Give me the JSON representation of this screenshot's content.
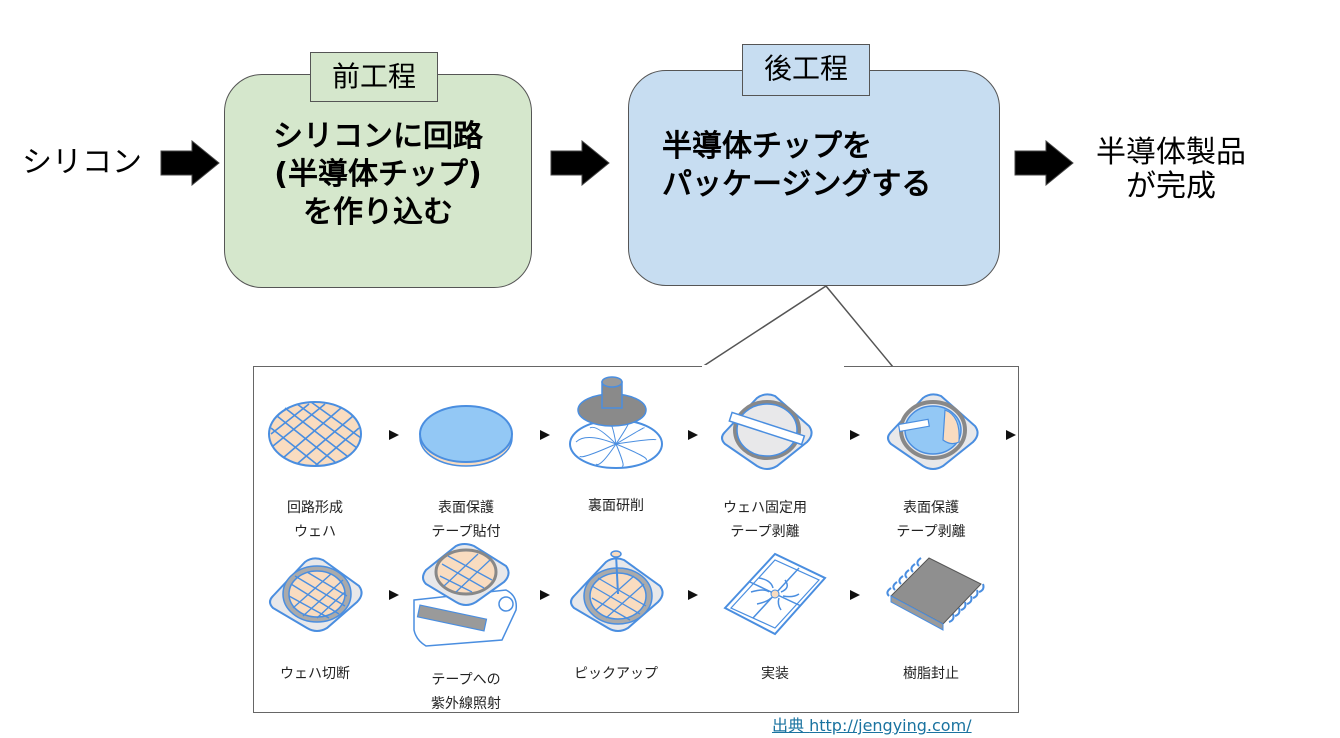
{
  "flow": {
    "input_label": "シリコン",
    "front_process": {
      "tag": "前工程",
      "description_lines": [
        "シリコンに回路",
        "(半導体チップ)",
        "を作り込む"
      ],
      "color": "#d5e7cc"
    },
    "back_process": {
      "tag": "後工程",
      "description_lines": [
        "半導体チップを",
        "パッケージングする"
      ],
      "color": "#c7ddf1"
    },
    "output_lines": [
      "半導体製品",
      "が完成"
    ]
  },
  "packaging_steps": [
    {
      "label": "回路形成\nウェハ",
      "icon": "patterned-wafer-icon"
    },
    {
      "label": "表面保護\nテープ貼付",
      "icon": "taped-wafer-icon"
    },
    {
      "label": "裏面研削",
      "icon": "grinding-wheel-icon"
    },
    {
      "label": "ウェハ固定用\nテープ剥離",
      "icon": "tape-peel-icon"
    },
    {
      "label": "表面保護\nテープ剥離",
      "icon": "protective-tape-peel-icon"
    },
    {
      "label": "ウェハ切断",
      "icon": "diced-wafer-icon"
    },
    {
      "label": "テープへの\n紫外線照射",
      "icon": "uv-irradiation-icon"
    },
    {
      "label": "ピックアップ",
      "icon": "pickup-icon"
    },
    {
      "label": "実装",
      "icon": "lead-frame-icon"
    },
    {
      "label": "樹脂封止",
      "icon": "molded-package-icon"
    }
  ],
  "source": {
    "label": "出典",
    "url_text": "http://jengying.com/"
  }
}
